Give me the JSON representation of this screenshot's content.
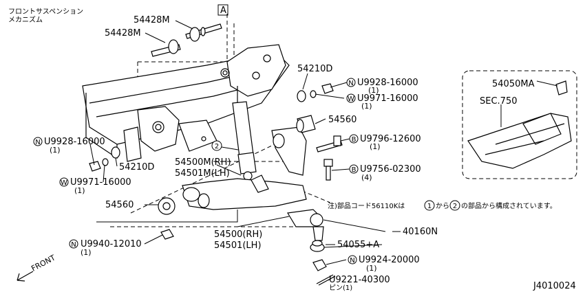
{
  "title_jp_line1": "フロントサスペンション",
  "title_jp_line2": "メカニズム",
  "ref_box": "A",
  "footer_code": "J4010024",
  "front_label": "FRONT",
  "note_jp": "注)部品コード56110Kは",
  "note_jp_mid": "から",
  "note_jp_end": "の部品から構成されています。",
  "note_circle_1": "1",
  "note_circle_2": "2",
  "callout_2": "2",
  "parts": {
    "p54428M_top": "54428M",
    "p54428M_left": "54428M",
    "p54210D_top": "54210D",
    "p54210D_left": "54210D",
    "pU9928_top": "U9928-16000",
    "pU9928_top_qty": "(1)",
    "pU9971_top": "U9971-16000",
    "pU9971_top_qty": "(1)",
    "pU9928_left": "U9928-16000",
    "pU9928_left_qty": "(1)",
    "pU9971_left": "U9971-16000",
    "pU9971_left_qty": "(1)",
    "p54560_top": "54560",
    "p54560_left": "54560",
    "pU9796": "U9796-12600",
    "pU9796_qty": "(1)",
    "pU9756": "U9756-02300",
    "pU9756_qty": "(4)",
    "p54500M": "54500M(RH)",
    "p54501M": "54501M(LH)",
    "p54500": "54500(RH)",
    "p54501": "54501(LH)",
    "pU9940": "U9940-12010",
    "pU9940_qty": "(1)",
    "p40160N": "40160N",
    "p54055A": "54055+A",
    "pU9924": "U9924-20000",
    "pU9924_qty": "(1)",
    "pU9221": "U9221-40300",
    "pU9221_sub": "ピン(1)",
    "p54050MA": "54050MA",
    "pSEC750": "SEC.750"
  },
  "prefix": {
    "N": "N",
    "W": "W",
    "B": "B"
  }
}
